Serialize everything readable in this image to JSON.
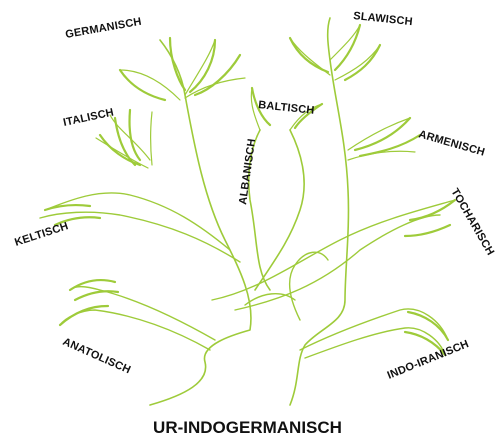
{
  "root_label": "UR-INDOGERMANISCH",
  "branches": {
    "germanisch": "GERMANISCH",
    "slawisch": "SLAWISCH",
    "italisch": "ITALISCH",
    "baltisch": "BALTISCH",
    "albanisch": "ALBANISCH",
    "armenisch": "ARMENISCH",
    "tocharisch": "TOCHARISCH",
    "keltisch": "KELTISCH",
    "anatolisch": "ANATOLISCH",
    "indo_iranisch": "INDO-IRANISCH"
  },
  "colors": {
    "branch": "#9ecb3a",
    "text": "#111111",
    "background": "#ffffff"
  }
}
